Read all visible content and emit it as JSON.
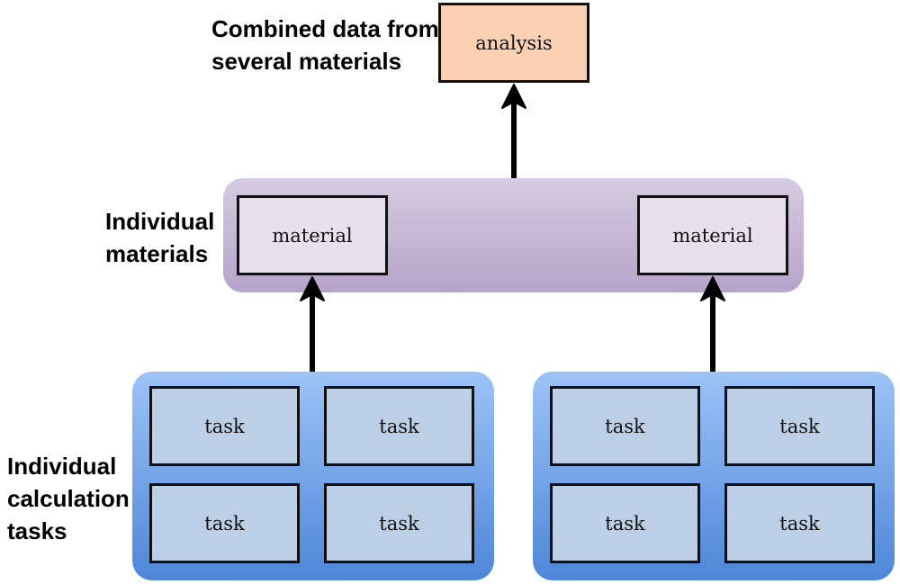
{
  "labels": {
    "combined": "Combined data from\nseveral materials",
    "materials": "Individual\nmaterials",
    "tasks": "Individual\ncalculation\ntasks"
  },
  "analysis": {
    "label": "analysis"
  },
  "materials": [
    {
      "label": "material"
    },
    {
      "label": "material"
    }
  ],
  "task_groups": [
    {
      "tasks": [
        "task",
        "task",
        "task",
        "task"
      ]
    },
    {
      "tasks": [
        "task",
        "task",
        "task",
        "task"
      ]
    }
  ],
  "colors": {
    "analysis_fill": "#fbd0b3",
    "material_fill": "#e7e1ee",
    "material_band": "#c4b5d6",
    "task_fill": "#bccfe7",
    "task_group": "#6fa3ec"
  }
}
